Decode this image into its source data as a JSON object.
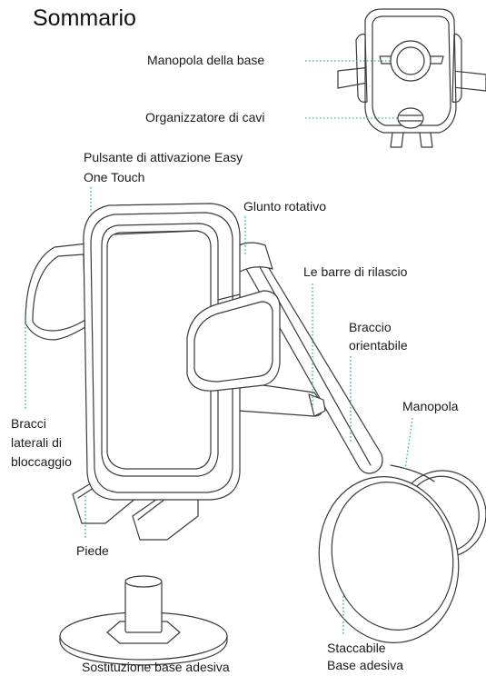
{
  "title": "Sommario",
  "labels": {
    "base_knob": "Manopola della base",
    "cable_organizer": "Organizzatore di cavi",
    "easy_touch_line1": "Pulsante di attivazione Easy",
    "easy_touch_line2": "One Touch",
    "swivel_joint": "Glunto rotativo",
    "release_bars": "Le barre di rilascio",
    "arm_line1": "Braccio",
    "arm_line2": "orientabile",
    "knob": "Manopola",
    "side_arms_line1": "Bracci",
    "side_arms_line2": "laterali di",
    "side_arms_line3": "bloccaggio",
    "foot": "Piede",
    "replacement_pad": "Sostituzione base adesiva",
    "detachable_line1": "Staccabile",
    "detachable_line2": "Base adesiva"
  },
  "colors": {
    "leader": "#2bb591",
    "outline": "#3a3a3a",
    "text": "#1a1a1a"
  }
}
